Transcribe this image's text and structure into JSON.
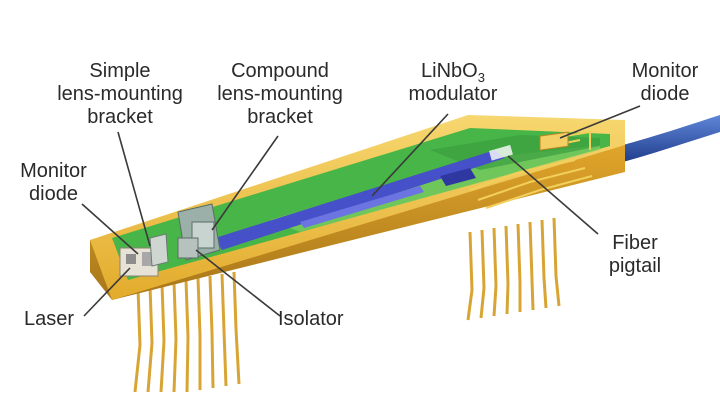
{
  "labels": {
    "simple_bracket": "Simple\nlens-mounting\nbracket",
    "compound_bracket": "Compound\nlens-mounting\nbracket",
    "modulator_main": "LiNbO",
    "modulator_sub": "3",
    "modulator_line2": "modulator",
    "monitor_diode_right": "Monitor\ndiode",
    "monitor_diode_left": "Monitor\ndiode",
    "laser": "Laser",
    "isolator": "Isolator",
    "fiber_pigtail": "Fiber\npigtail"
  },
  "colors": {
    "gold": "#e9b935",
    "gold_dark": "#b9861e",
    "gold_light": "#f6d873",
    "board_green": "#47b547",
    "board_green_light": "#8fd36a",
    "waveguide": "#4650c8",
    "fiber": "#2d4fa8",
    "leader_line": "#3a3a3a"
  }
}
